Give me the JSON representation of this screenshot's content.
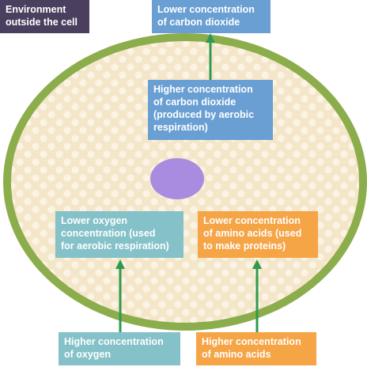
{
  "labels": {
    "environment": "Environment\noutside the cell",
    "co2_low": "Lower concentration\nof carbon dioxide",
    "co2_high": "Higher concentration\nof carbon dioxide\n(produced by aerobic\nrespiration)",
    "o2_low": "Lower oxygen\nconcentration (used\nfor aerobic respiration)",
    "aa_low": "Lower concentration\nof amino acids (used\nto make proteins)",
    "o2_high": "Higher concentration\nof oxygen",
    "aa_high": "Higher concentration\nof amino acids"
  },
  "colors": {
    "membrane": "#8bad4c",
    "cytoplasm": "#f4e6c9",
    "cytoplasm_dots": "#fbf4e6",
    "nucleus": "#a98be0",
    "arrow": "#2f9a4f",
    "carbon_dioxide_box": "#6a9fd3",
    "oxygen_box": "#84c1c8",
    "amino_acid_box": "#f5a446",
    "environment_box": "#4a3f5e"
  }
}
